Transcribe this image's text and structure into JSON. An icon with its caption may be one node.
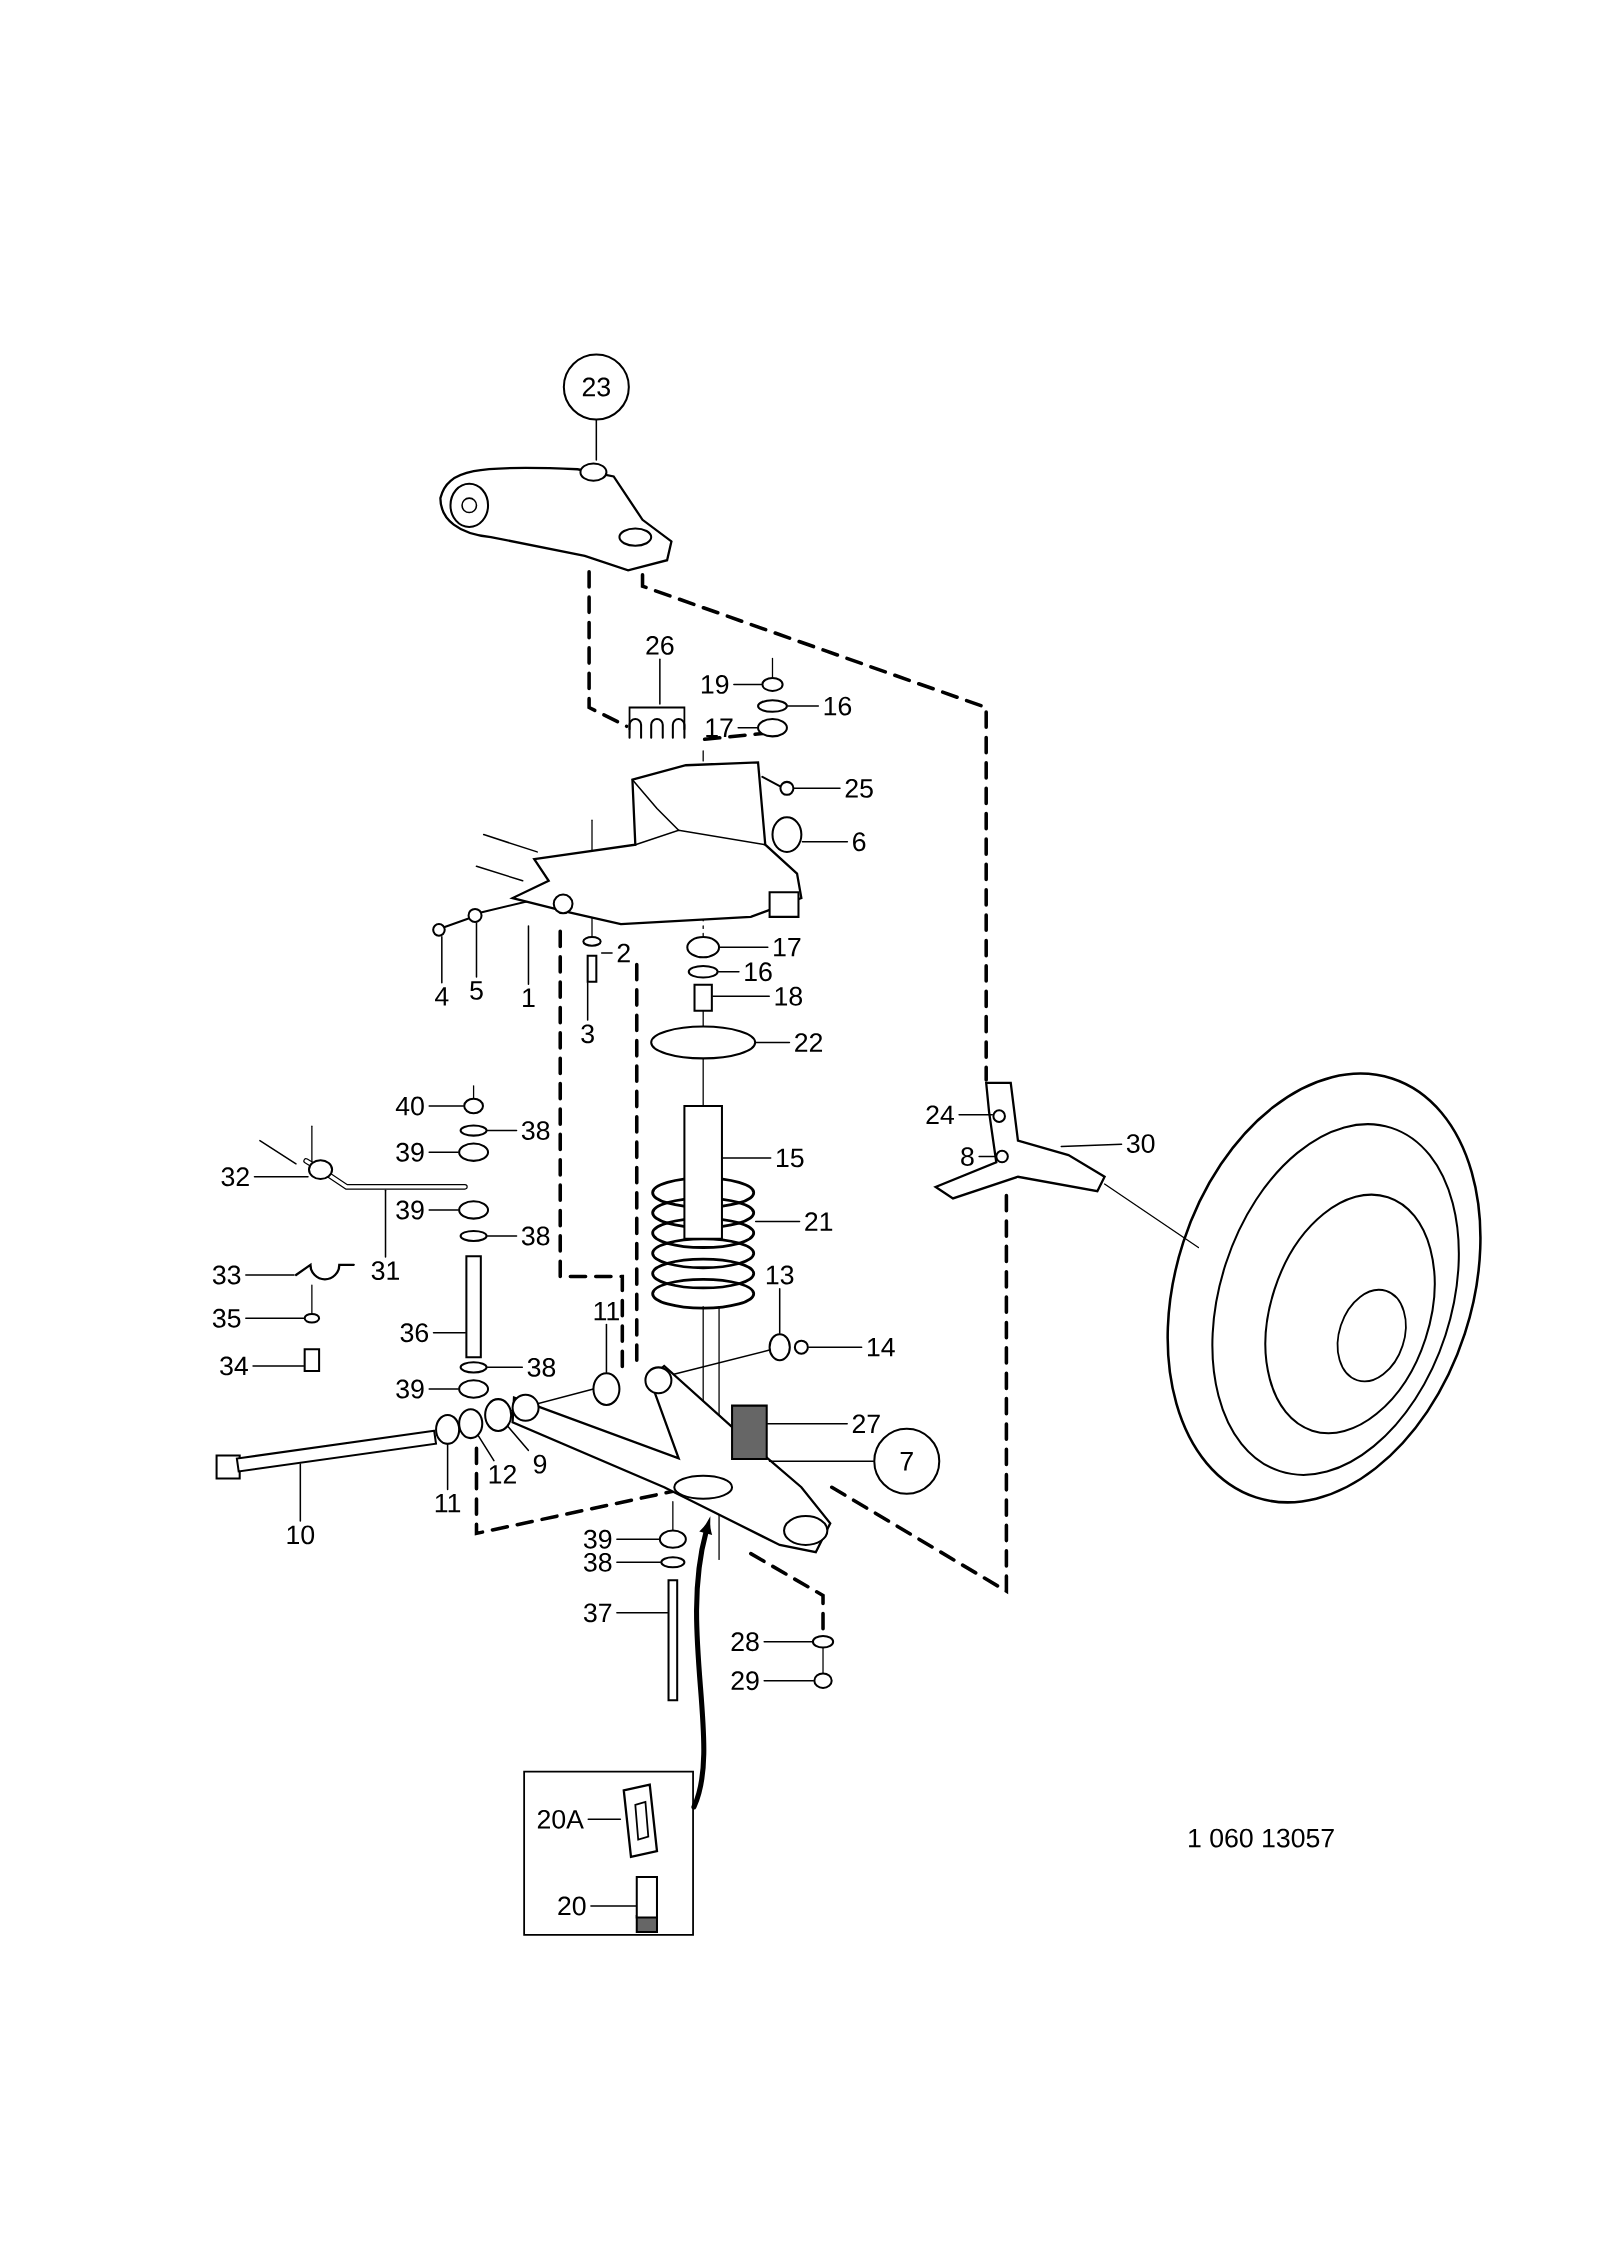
{
  "diagram": {
    "nodes": [
      {
        "text": [
          "23"
        ]
      },
      {
        "text": [
          "26"
        ]
      },
      {
        "text": [
          "19"
        ]
      },
      {
        "text": [
          "16"
        ]
      },
      {
        "text": [
          "17"
        ]
      },
      {
        "text": [
          "25"
        ]
      },
      {
        "text": [
          "6"
        ]
      },
      {
        "text": [
          "2"
        ]
      },
      {
        "text": [
          "17"
        ]
      },
      {
        "text": [
          "4"
        ]
      },
      {
        "text": [
          "5"
        ]
      },
      {
        "text": [
          "1"
        ]
      },
      {
        "text": [
          "16"
        ]
      },
      {
        "text": [
          "18"
        ]
      },
      {
        "text": [
          "3"
        ]
      },
      {
        "text": [
          "22"
        ]
      },
      {
        "text": [
          "40"
        ]
      },
      {
        "text": [
          "24"
        ]
      },
      {
        "text": [
          "38"
        ]
      },
      {
        "text": [
          "39"
        ]
      },
      {
        "text": [
          "30"
        ]
      },
      {
        "text": [
          "8"
        ]
      },
      {
        "text": [
          "15"
        ]
      },
      {
        "text": [
          "32"
        ]
      },
      {
        "text": [
          "39"
        ]
      },
      {
        "text": [
          "21"
        ]
      },
      {
        "text": [
          "38"
        ]
      },
      {
        "text": [
          "31"
        ]
      },
      {
        "text": [
          "33"
        ]
      },
      {
        "text": [
          "13"
        ]
      },
      {
        "text": [
          "11"
        ]
      },
      {
        "text": [
          "35"
        ]
      },
      {
        "text": [
          "36"
        ]
      },
      {
        "text": [
          "14"
        ]
      },
      {
        "text": [
          "34"
        ]
      },
      {
        "text": [
          "38"
        ]
      },
      {
        "text": [
          "39"
        ]
      },
      {
        "text": [
          "27"
        ]
      },
      {
        "text": [
          "9"
        ]
      },
      {
        "text": [
          "7"
        ]
      },
      {
        "text": [
          "12"
        ]
      },
      {
        "text": [
          "11"
        ]
      },
      {
        "text": [
          "10"
        ]
      },
      {
        "text": [
          "39"
        ]
      },
      {
        "text": [
          "38"
        ]
      },
      {
        "text": [
          "37"
        ]
      },
      {
        "text": [
          "28"
        ]
      },
      {
        "text": [
          "29"
        ]
      },
      {
        "text": [],
        "shape": "box"
      },
      {
        "text": [
          "20A"
        ],
        "in": 48
      },
      {
        "text": [
          "20"
        ],
        "in": 48
      },
      {
        "text": [],
        "shape": "picture"
      },
      {
        "text": [],
        "shape": "picture"
      },
      {
        "text": [],
        "shape": "circle"
      },
      {
        "text": [],
        "shape": "circle"
      },
      {
        "text": [],
        "shape": "circle"
      },
      {
        "text": [],
        "shape": "circle"
      },
      {
        "text": [],
        "shape": "circle"
      },
      {
        "text": [],
        "shape": "circle"
      },
      {
        "text": [],
        "shape": "circle"
      },
      {
        "text": [],
        "shape": "circle"
      },
      {
        "text": [],
        "shape": "circle"
      },
      {
        "text": [],
        "shape": "picture"
      },
      {
        "text": [],
        "shape": "circle"
      },
      {
        "text": [],
        "shape": "bar"
      },
      {
        "text": [],
        "shape": "bar"
      },
      {
        "text": [],
        "shape": "circle"
      },
      {
        "text": [],
        "shape": "circle"
      },
      {
        "text": [],
        "shape": "circle",
        "in": 71
      },
      {
        "text": [],
        "shape": "circle"
      },
      {
        "text": [],
        "shape": "circle"
      },
      {
        "text": [],
        "shape": "picture"
      },
      {
        "text": [],
        "shape": "circle",
        "in": 71
      },
      {
        "text": [],
        "shape": "bar"
      },
      {
        "text": [],
        "shape": "circle",
        "in": 78
      },
      {
        "text": [],
        "shape": "circle"
      },
      {
        "text": [],
        "shape": "picture"
      },
      {
        "text": [],
        "shape": "circle"
      },
      {
        "text": [],
        "shape": "picture"
      },
      {
        "text": [],
        "shape": "picture"
      },
      {
        "text": [],
        "shape": "circle"
      },
      {
        "text": [],
        "shape": "circle"
      },
      {
        "text": [],
        "shape": "circle"
      },
      {
        "text": [],
        "shape": "bar"
      },
      {
        "text": [],
        "shape": "circle"
      },
      {
        "text": [],
        "shape": "bar"
      },
      {
        "text": [],
        "shape": "circle"
      },
      {
        "text": [],
        "shape": "circle"
      },
      {
        "text": [],
        "shape": "box"
      },
      {
        "text": [],
        "shape": "circle"
      },
      {
        "text": [],
        "shape": "picture"
      },
      {
        "text": [],
        "shape": "circle"
      },
      {
        "text": [],
        "shape": "circle"
      },
      {
        "text": [],
        "shape": "bar"
      },
      {
        "text": [],
        "shape": "circle"
      },
      {
        "text": [],
        "shape": "circle"
      },
      {
        "text": [],
        "shape": "bar"
      },
      {
        "text": [],
        "shape": "circle"
      },
      {
        "text": [],
        "shape": "circle"
      },
      {
        "text": [],
        "shape": "picture",
        "in": 48
      },
      {
        "text": [],
        "shape": "bar",
        "in": 48
      }
    ],
    "edges": [
      {
        "from": 0,
        "to": 51,
        "arrow": "none"
      },
      {
        "from": 1,
        "to": 52,
        "arrow": "none"
      },
      {
        "from": 2,
        "to": 53,
        "arrow": "none"
      },
      {
        "from": 3,
        "to": 54,
        "arrow": "none"
      },
      {
        "from": 4,
        "to": 55,
        "arrow": "none"
      },
      {
        "from": 5,
        "to": 56,
        "arrow": "none"
      },
      {
        "from": 6,
        "to": 57,
        "arrow": "none"
      },
      {
        "from": 7,
        "to": 58,
        "arrow": "none"
      },
      {
        "from": 8,
        "to": 59,
        "arrow": "none"
      },
      {
        "from": 9,
        "to": 60,
        "arrow": "none"
      },
      {
        "from": 10,
        "to": 61,
        "arrow": "none"
      },
      {
        "from": 11,
        "to": 62,
        "arrow": "none"
      },
      {
        "from": 12,
        "to": 63,
        "arrow": "none"
      },
      {
        "from": 13,
        "to": 64,
        "arrow": "none"
      },
      {
        "from": 14,
        "to": 65,
        "arrow": "none"
      },
      {
        "from": 15,
        "to": 66,
        "arrow": "none"
      },
      {
        "from": 16,
        "to": 67,
        "arrow": "none"
      },
      {
        "from": 17,
        "to": 68,
        "arrow": "none"
      },
      {
        "from": 18,
        "to": 69,
        "arrow": "none"
      },
      {
        "from": 19,
        "to": 70,
        "arrow": "none"
      },
      {
        "from": 20,
        "to": 71,
        "arrow": "none"
      },
      {
        "from": 21,
        "to": 72,
        "arrow": "none"
      },
      {
        "from": 22,
        "to": 73,
        "arrow": "none"
      },
      {
        "from": 23,
        "to": 74,
        "arrow": "none"
      },
      {
        "from": 24,
        "to": 75,
        "arrow": "none"
      },
      {
        "from": 25,
        "to": 76,
        "arrow": "none"
      },
      {
        "from": 26,
        "to": 77,
        "arrow": "none"
      },
      {
        "from": 27,
        "to": 78,
        "arrow": "none"
      },
      {
        "from": 28,
        "to": 79,
        "arrow": "none"
      },
      {
        "from": 29,
        "to": 80,
        "arrow": "none"
      },
      {
        "from": 30,
        "to": 81,
        "arrow": "none"
      },
      {
        "from": 31,
        "to": 82,
        "arrow": "none"
      },
      {
        "from": 32,
        "to": 83,
        "arrow": "none"
      },
      {
        "from": 33,
        "to": 84,
        "arrow": "none"
      },
      {
        "from": 34,
        "to": 85,
        "arrow": "none"
      },
      {
        "from": 35,
        "to": 86,
        "arrow": "none"
      },
      {
        "from": 36,
        "to": 87,
        "arrow": "none"
      },
      {
        "from": 37,
        "to": 88,
        "arrow": "none"
      },
      {
        "from": 38,
        "to": 89,
        "arrow": "none"
      },
      {
        "from": 39,
        "to": 90,
        "arrow": "none"
      },
      {
        "from": 40,
        "to": 91,
        "arrow": "none"
      },
      {
        "from": 41,
        "to": 92,
        "arrow": "none"
      },
      {
        "from": 42,
        "to": 93,
        "arrow": "none"
      },
      {
        "from": 43,
        "to": 94,
        "arrow": "none"
      },
      {
        "from": 44,
        "to": 95,
        "arrow": "none"
      },
      {
        "from": 45,
        "to": 96,
        "arrow": "none"
      },
      {
        "from": 46,
        "to": 97,
        "arrow": "none"
      },
      {
        "from": 47,
        "to": 98,
        "arrow": "none"
      },
      {
        "from": 49,
        "to": 99,
        "arrow": "none"
      },
      {
        "from": 50,
        "to": 100,
        "arrow": "none"
      },
      {
        "from": 48,
        "to": 90,
        "arrow": "to",
        "style": "thick"
      }
    ],
    "labels": [
      "1 060 13057"
    ]
  }
}
